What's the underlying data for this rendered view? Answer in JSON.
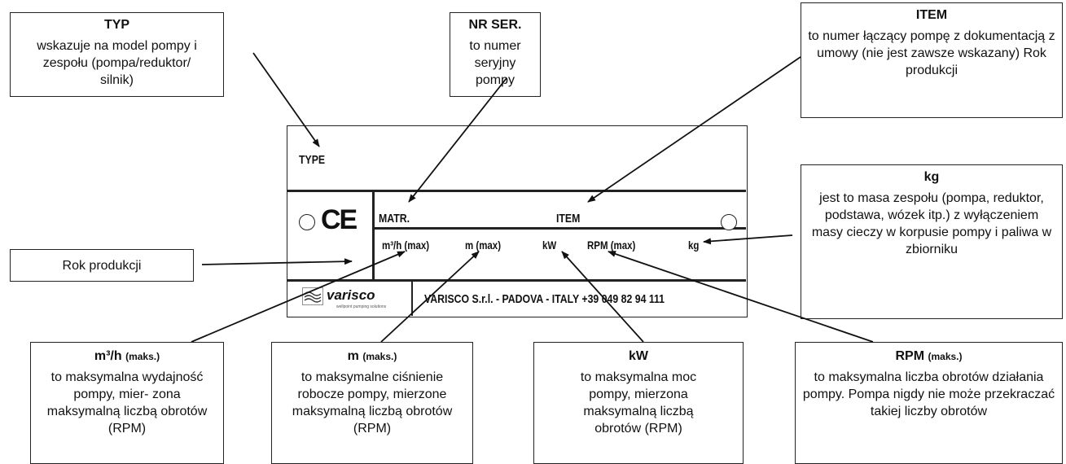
{
  "callouts": {
    "typ": {
      "title": "TYP",
      "body": "wskazuje na model pompy i zespołu (pompa/reduktor/ silnik)"
    },
    "nr_ser": {
      "title": "NR SER.",
      "body": "to numer seryjny pompy"
    },
    "item": {
      "title": "ITEM",
      "body": "to numer łączący pompę z dokumentacją z umowy (nie jest zawsze wskazany) Rok produkcji"
    },
    "kg": {
      "title": "kg",
      "body": "jest to masa zespołu (pompa, reduktor, podstawa, wózek itp.) z wyłączeniem masy cieczy w korpusie pompy i paliwa w zbiorniku"
    },
    "rok": {
      "body": "Rok produkcji"
    },
    "m3h": {
      "title": "m³/h",
      "title_suffix": "(maks.)",
      "body": "to maksymalna wydajność pompy, mier- zona maksymalną liczbą obrotów (RPM)"
    },
    "m": {
      "title": "m",
      "title_suffix": "(maks.)",
      "body": "to maksymalne ciśnienie robocze pompy, mierzone maksymalną liczbą obrotów (RPM)"
    },
    "kw": {
      "title": "kW",
      "body": "to maksymalna moc pompy, mierzona maksymalną liczbą obrotów (RPM)"
    },
    "rpm": {
      "title": "RPM",
      "title_suffix": "(maks.)",
      "body": "to maksymalna liczba obrotów działania pompy. Pompa nigdy nie może przekraczać takiej liczby obrotów"
    }
  },
  "plate": {
    "type_label": "TYPE",
    "ce_mark": "CE",
    "matr_label": "MATR.",
    "item_label": "ITEM",
    "m3h_label": "m³/h (max)",
    "m_label": "m (max)",
    "kw_label": "kW",
    "rpm_label": "RPM (max)",
    "kg_label": "kg",
    "logo_word": "varisco",
    "logo_tagline": "wellpoint pumping solutions",
    "footer_text": "VARISCO S.r.l. - PADOVA - ITALY +39 049 82 94 111"
  }
}
